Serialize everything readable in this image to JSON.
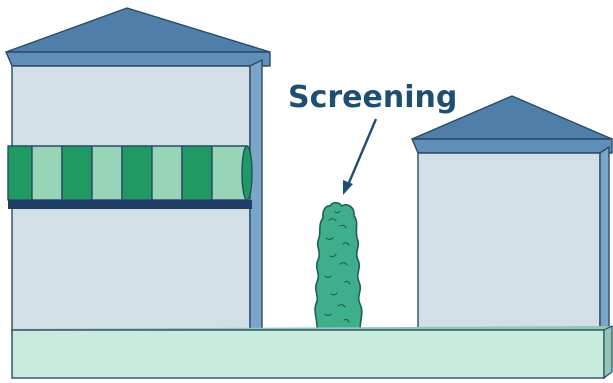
{
  "label": {
    "text": "Screening"
  },
  "colors": {
    "roof_top": "#5b89b2",
    "roof_face": "#4a7aa4",
    "eave": "#5f8fb8",
    "wall": "#d3dfe6",
    "wall_side": "#7aa7c9",
    "awning_dark": "#1f9a62",
    "awning_light": "#98d4b8",
    "awning_bar": "#1f3e66",
    "shrub": "#3fae8d",
    "shrub_edge": "#1f5e58",
    "ground": "#c7ebdc",
    "ground_edge": "#8fc7b1",
    "text": "#1d4f73"
  },
  "icons": [
    "building-left",
    "building-right",
    "awning",
    "hedge-shrub",
    "ground-base",
    "pointer-arrow"
  ]
}
